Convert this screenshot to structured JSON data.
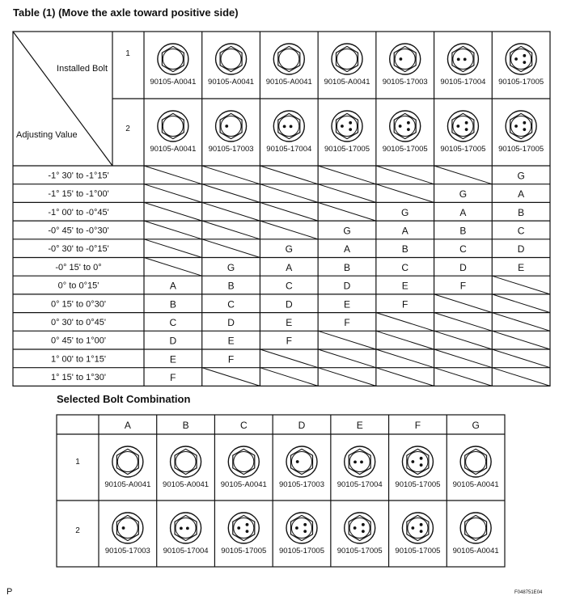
{
  "table1": {
    "title": "Table (1) (Move the axle toward positive side)",
    "corner": {
      "installed": "Installed Bolt",
      "adjusting": "Adjusting Value"
    },
    "row_labels": [
      "1",
      "2"
    ],
    "bolts_row1": [
      {
        "code": "90105-A0041",
        "dots": 0
      },
      {
        "code": "90105-A0041",
        "dots": 0
      },
      {
        "code": "90105-A0041",
        "dots": 0
      },
      {
        "code": "90105-A0041",
        "dots": 0
      },
      {
        "code": "90105-17003",
        "dots": 1
      },
      {
        "code": "90105-17004",
        "dots": 2
      },
      {
        "code": "90105-17005",
        "dots": 3
      }
    ],
    "bolts_row2": [
      {
        "code": "90105-A0041",
        "dots": 0
      },
      {
        "code": "90105-17003",
        "dots": 1
      },
      {
        "code": "90105-17004",
        "dots": 2
      },
      {
        "code": "90105-17005",
        "dots": 3
      },
      {
        "code": "90105-17005",
        "dots": 3
      },
      {
        "code": "90105-17005",
        "dots": 3
      },
      {
        "code": "90105-17005",
        "dots": 3
      }
    ],
    "adjust_rows": [
      {
        "label": "-1° 30' to -1°15'",
        "cells": [
          "/",
          "/",
          "/",
          "/",
          "/",
          "/",
          "G"
        ]
      },
      {
        "label": "-1° 15' to -1°00'",
        "cells": [
          "/",
          "/",
          "/",
          "/",
          "/",
          "G",
          "A"
        ]
      },
      {
        "label": "-1° 00' to -0°45'",
        "cells": [
          "/",
          "/",
          "/",
          "/",
          "G",
          "A",
          "B"
        ]
      },
      {
        "label": "-0° 45' to -0°30'",
        "cells": [
          "/",
          "/",
          "/",
          "G",
          "A",
          "B",
          "C"
        ]
      },
      {
        "label": "-0° 30' to -0°15'",
        "cells": [
          "/",
          "/",
          "G",
          "A",
          "B",
          "C",
          "D"
        ]
      },
      {
        "label": "-0° 15' to 0°",
        "cells": [
          "/",
          "G",
          "A",
          "B",
          "C",
          "D",
          "E"
        ]
      },
      {
        "label": "0° to 0°15'",
        "cells": [
          "A",
          "B",
          "C",
          "D",
          "E",
          "F",
          "/"
        ]
      },
      {
        "label": "0° 15' to 0°30'",
        "cells": [
          "B",
          "C",
          "D",
          "E",
          "F",
          "/",
          "/"
        ]
      },
      {
        "label": "0° 30' to 0°45'",
        "cells": [
          "C",
          "D",
          "E",
          "F",
          "/",
          "/",
          "/"
        ]
      },
      {
        "label": "0° 45' to 1°00'",
        "cells": [
          "D",
          "E",
          "F",
          "/",
          "/",
          "/",
          "/"
        ]
      },
      {
        "label": "1° 00' to 1°15'",
        "cells": [
          "E",
          "F",
          "/",
          "/",
          "/",
          "/",
          "/"
        ]
      },
      {
        "label": "1° 15' to 1°30'",
        "cells": [
          "F",
          "/",
          "/",
          "/",
          "/",
          "/",
          "/"
        ]
      }
    ]
  },
  "table2": {
    "title": "Selected Bolt Combination",
    "headers": [
      "A",
      "B",
      "C",
      "D",
      "E",
      "F",
      "G"
    ],
    "row_labels": [
      "1",
      "2"
    ],
    "row1": [
      {
        "code": "90105-A0041",
        "dots": 0
      },
      {
        "code": "90105-A0041",
        "dots": 0
      },
      {
        "code": "90105-A0041",
        "dots": 0
      },
      {
        "code": "90105-17003",
        "dots": 1
      },
      {
        "code": "90105-17004",
        "dots": 2
      },
      {
        "code": "90105-17005",
        "dots": 3
      },
      {
        "code": "90105-A0041",
        "dots": 0
      }
    ],
    "row2": [
      {
        "code": "90105-17003",
        "dots": 1
      },
      {
        "code": "90105-17004",
        "dots": 2
      },
      {
        "code": "90105-17005",
        "dots": 3
      },
      {
        "code": "90105-17005",
        "dots": 3
      },
      {
        "code": "90105-17005",
        "dots": 3
      },
      {
        "code": "90105-17005",
        "dots": 3
      },
      {
        "code": "90105-A0041",
        "dots": 0
      }
    ]
  },
  "footer": {
    "left": "P",
    "right": "F048751E04"
  }
}
